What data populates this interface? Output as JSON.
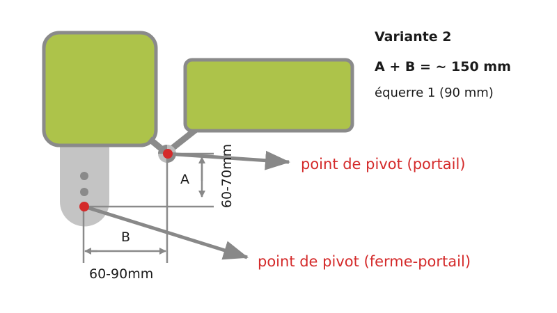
{
  "title": "Variante 2",
  "formula": "A + B = ~ 150 mm",
  "note": "équerre 1 (90 mm)",
  "labels": {
    "a": "A",
    "b": "B",
    "dim_vertical": "60-70mm",
    "dim_horizontal": "60-90mm",
    "pivot_gate": "point de pivot (portail)",
    "pivot_closer": "point de pivot (ferme-portail)"
  },
  "colors": {
    "green": "#adc34a",
    "outline": "#8a8a8a",
    "post": "#c4c4c4",
    "red": "#d42a2a"
  }
}
